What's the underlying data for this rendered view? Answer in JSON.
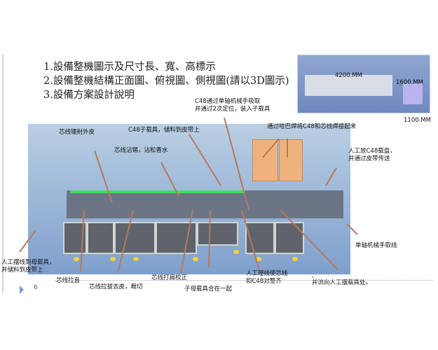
{
  "title_lines": [
    "1.設備整機圖示及尺寸長、寬、高標示",
    "2.設備整機結構正面圖、俯視圖、側視圖(請以3D圖示)",
    "3.設備方案設計說明"
  ],
  "dimensions": {
    "length": "4200.MM",
    "height": "1600.MM",
    "width": "1100.MM"
  },
  "labels": {
    "laser": "芯线镭射外皮",
    "c48_carrier": "C48子载具，储料到皮带上",
    "tin": "芯线沾锡，沾松香水",
    "c48_pick_1": "C48通过单轴机械手吸取",
    "c48_pick_2": "并通过2次定位，装入子载具",
    "weld": "通过哈巴焊将C48和芯线焊接起来",
    "manual_tray_1": "人工放C48载盘，",
    "manual_tray_2": "并通过皮带传送",
    "robot_take": "单轴机械手取线",
    "manual_place_1": "人工摆线到母载具，",
    "manual_place_2": "并储料到皮带上",
    "straighten": "芯线拉直",
    "strip": "芯线拉拔去皮，裁切",
    "flatten": "芯线打扁校正",
    "combine": "子母载具合在一起",
    "align_1": "人工理线使芯线",
    "align_2": "和C48对整齐",
    "flow_1": ",",
    "flow_2": "并流向人工摆载具处。"
  },
  "page_number": "6",
  "colors": {
    "arrow": "#b57a5e",
    "background_panel": "#9fb9da",
    "box": "#f0b27d"
  }
}
